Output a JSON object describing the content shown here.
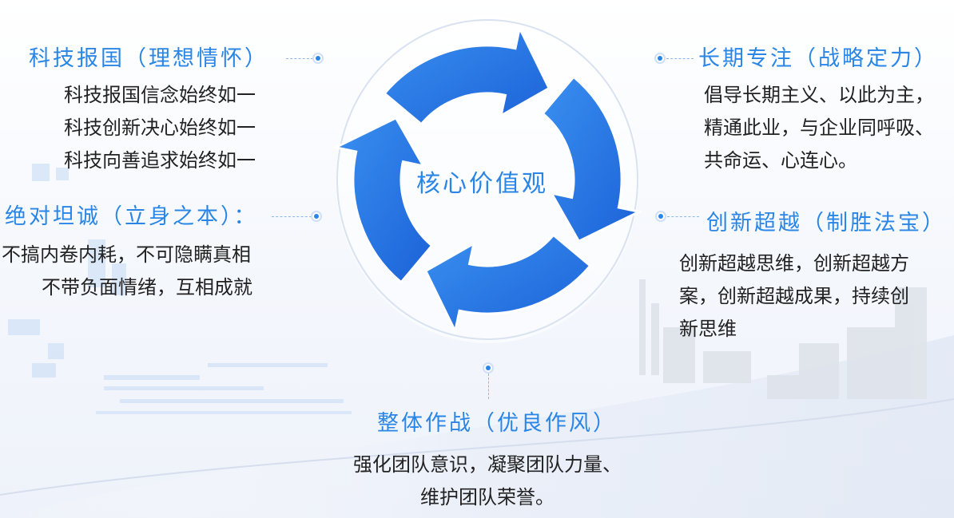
{
  "center": {
    "label": "核心价值观"
  },
  "values": [
    {
      "title": "科技报国（理想情怀）",
      "lines": [
        "科技报国信念始终如一",
        "科技创新决心始终如一",
        "科技向善追求始终如一"
      ]
    },
    {
      "title": "绝对坦诚（立身之本）：",
      "lines": [
        "不搞内卷内耗，不可隐瞒真相",
        "不带负面情绪，互相成就"
      ]
    },
    {
      "title": "长期专注（战略定力）",
      "lines": [
        "倡导长期主义、以此为主，",
        "精通此业，与企业同呼吸、",
        "共命运、心连心。"
      ]
    },
    {
      "title": "创新超越（制胜法宝）",
      "lines": [
        "创新超越思维，创新超越方",
        "案，创新超越成果，持续创",
        "新思维"
      ]
    },
    {
      "title": "整体作战（优良作风）",
      "lines": [
        "强化团队意识，凝聚团队力量、",
        "维护团队荣誉。"
      ]
    }
  ],
  "colors": {
    "accent": "#2a86e6",
    "arrow_dark": "#1f6fe0",
    "arrow_light": "#5aa9f5"
  }
}
